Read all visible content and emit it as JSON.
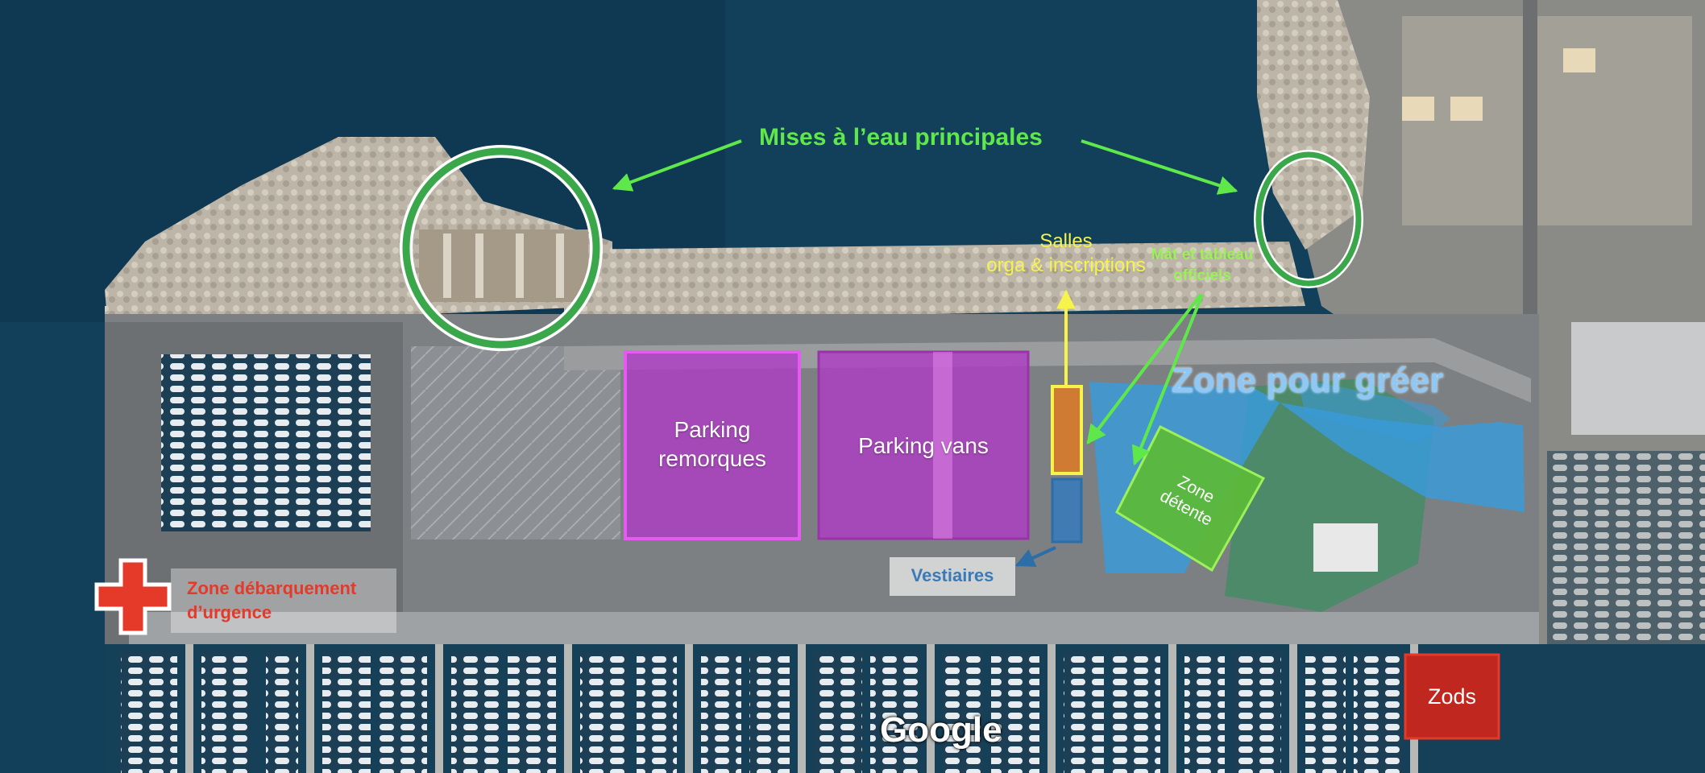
{
  "title": "Mises à l’eau principales",
  "zones": {
    "salles": [
      "Salles",
      "orga & inscriptions"
    ],
    "mat": [
      "Mât et tableau",
      "officiels"
    ],
    "greer": "Zone pour gréer",
    "parking_remorques": [
      "Parking",
      "remorques"
    ],
    "parking_vans": "Parking vans",
    "detente": [
      "Zone",
      "détente"
    ],
    "vestiaires": "Vestiaires",
    "urgence": [
      "Zone débarquement",
      "d’urgence"
    ],
    "zods": "Zods"
  },
  "attribution": "Google",
  "colors": {
    "sea": "#0f3a52",
    "launch_ring": "#3aa84a",
    "title_green": "#5ee84a",
    "parking_magenta": "#c43ad6",
    "rigging_blue": "#3a9ad8",
    "detente_green": "#5cb83a",
    "salles_orange": "#d97a2a",
    "salles_yellow": "#f7f34a",
    "vestiaires_blue": "#3a7ab8",
    "urgence_red": "#e53a2a",
    "zods_red": "#c0271f"
  }
}
